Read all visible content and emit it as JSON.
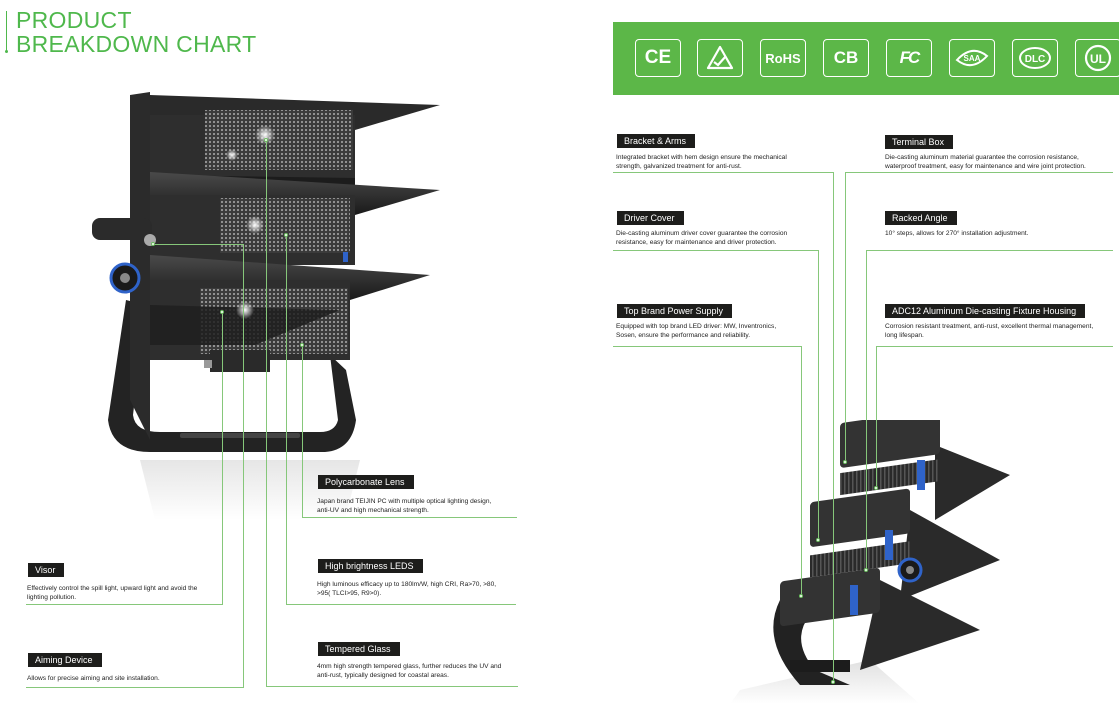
{
  "title": {
    "line1": "PRODUCT",
    "line2": "BREAKDOWN CHART"
  },
  "certifications": [
    {
      "icon": "ce-mark-icon",
      "text": "CE"
    },
    {
      "icon": "rcm-mark-icon",
      "text": ""
    },
    {
      "icon": "rohs-mark-icon",
      "text": "RoHS"
    },
    {
      "icon": "cb-mark-icon",
      "text": "CB"
    },
    {
      "icon": "fcc-mark-icon",
      "text": "FC"
    },
    {
      "icon": "saa-mark-icon",
      "text": "SAA"
    },
    {
      "icon": "dlc-mark-icon",
      "text": "DLC"
    },
    {
      "icon": "ul-mark-icon",
      "text": "UL"
    }
  ],
  "features": {
    "bracket": {
      "title": "Bracket & Arms",
      "desc1": "Integrated bracket with hem design ensure the mechanical",
      "desc2": "strength, galvanized treatment for anti-rust."
    },
    "terminal": {
      "title": "Terminal Box",
      "desc1": "Die-casting aluminum material guarantee the corrosion resistance,",
      "desc2": "waterproof treatment, easy for maintenance and wire joint protection."
    },
    "driver": {
      "title": "Driver Cover",
      "desc1": "Die-casting aluminum driver cover guarantee the corrosion",
      "desc2": "resistance, easy for maintenance and driver protection."
    },
    "racked": {
      "title": "Racked Angle",
      "desc1": "10° steps, allows for 270° installation adjustment."
    },
    "power": {
      "title": "Top Brand Power Supply",
      "desc1": "Equipped with top brand LED driver: MW, Inventronics,",
      "desc2": "Sosen, ensure the performance and reliability."
    },
    "housing": {
      "title": "ADC12 Aluminum Die-casting Fixture Housing",
      "desc1": "Corrosion resistant treatment, anti-rust, excellent thermal management,",
      "desc2": "long lifespan."
    },
    "lens": {
      "title": "Polycarbonate Lens",
      "desc1": "Japan brand TEIJIN PC with multiple optical lighting design,",
      "desc2": "anti-UV and high mechanical strength."
    },
    "visor": {
      "title": "Visor",
      "desc1": "Effectively control the spill light, upward light and avoid the",
      "desc2": "lighting pollution."
    },
    "leds": {
      "title": "High brightness LEDS",
      "desc1": "High luminous efficacy up to 180lm/W, high CRI, Ra>70, >80,",
      "desc2": ">95( TLCI>95, R9>0)."
    },
    "aiming": {
      "title": "Aiming Device",
      "desc1": "Allows for precise aiming and site installation."
    },
    "glass": {
      "title": "Tempered Glass",
      "desc1": "4mm high strength tempered glass, further reduces the UV and",
      "desc2": "anti-rust, typically designed for coastal areas."
    }
  }
}
